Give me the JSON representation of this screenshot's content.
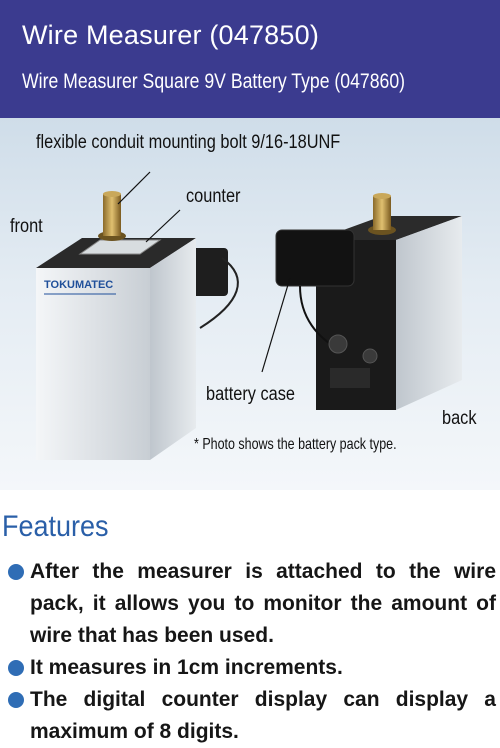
{
  "header": {
    "title": "Wire Measurer (047850)",
    "subtitle": "Wire Measurer Square 9V Battery Type (047860)",
    "background_color": "#3b3b8f"
  },
  "photo": {
    "labels": {
      "bolt": "flexible conduit mounting bolt 9/16-18UNF",
      "counter": "counter",
      "front": "front",
      "battery_case": "battery case",
      "back": "back"
    },
    "note": "* Photo shows the battery pack type.",
    "brand_mark": "TOKUMATEC"
  },
  "features": {
    "title": "Features",
    "title_color": "#2a5fa8",
    "bullet_color": "#2f6db5",
    "items": [
      "After the measurer is attached to the wire pack, it allows you to monitor the amount of wire that has been used.",
      "It measures in 1cm increments.",
      "The digital counter display can display a maximum of 8 digits."
    ]
  }
}
